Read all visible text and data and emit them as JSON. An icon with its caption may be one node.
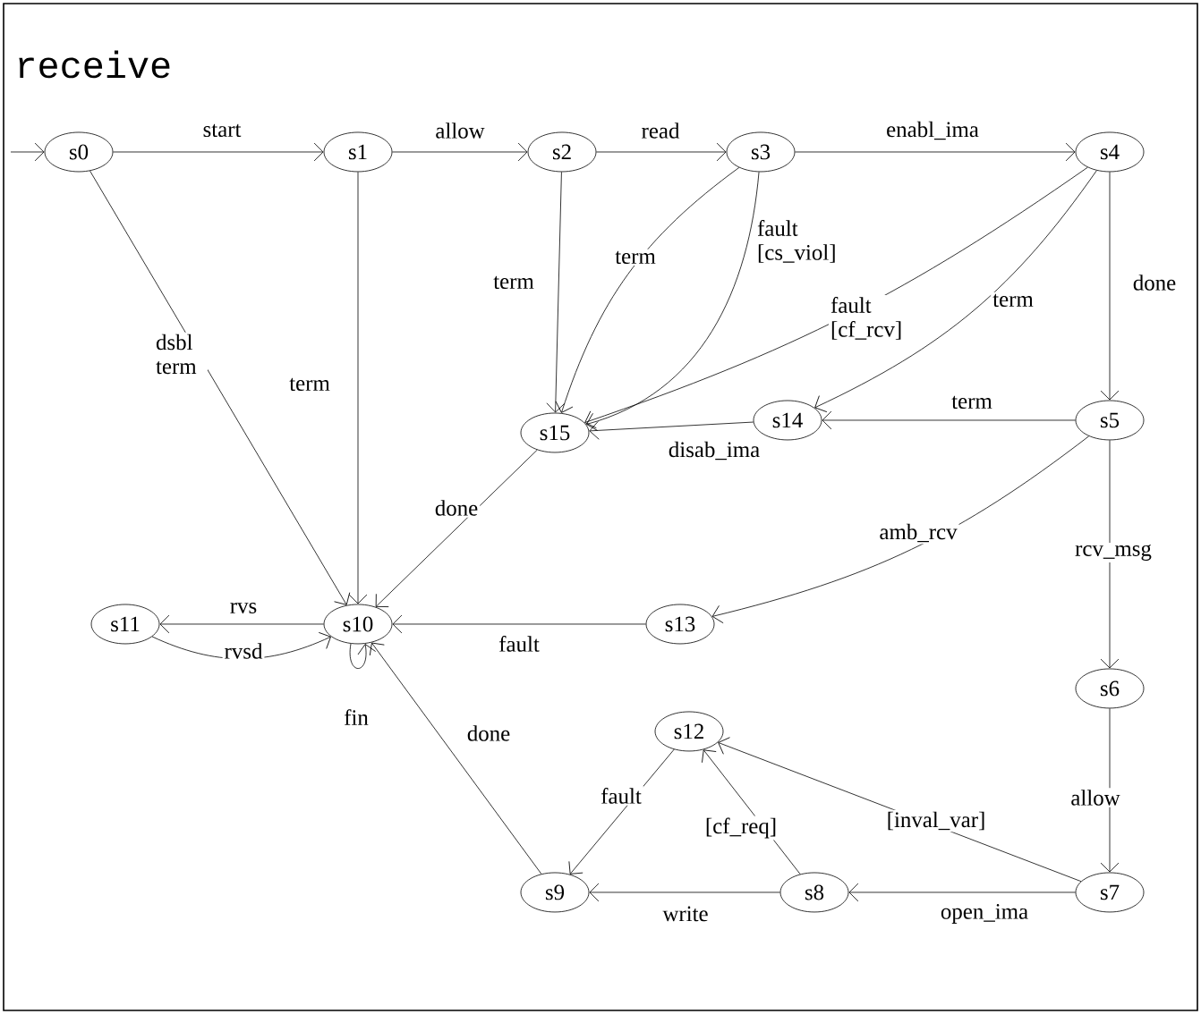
{
  "diagram": {
    "title": "receive",
    "nodes": [
      {
        "text": [
          "s0"
        ]
      },
      {
        "text": [
          "s1"
        ]
      },
      {
        "text": [
          "s2"
        ]
      },
      {
        "text": [
          "s3"
        ]
      },
      {
        "text": [
          "s4"
        ]
      },
      {
        "text": [
          "s15"
        ]
      },
      {
        "text": [
          "s14"
        ]
      },
      {
        "text": [
          "s5"
        ]
      },
      {
        "text": [
          "s11"
        ]
      },
      {
        "text": [
          "s10"
        ]
      },
      {
        "text": [
          "s13"
        ]
      },
      {
        "text": [
          "s6"
        ]
      },
      {
        "text": [
          "s12"
        ]
      },
      {
        "text": [
          "s9"
        ]
      },
      {
        "text": [
          "s8"
        ]
      },
      {
        "text": [
          "s7"
        ]
      }
    ],
    "edges": [
      {
        "from": null,
        "to": 0,
        "arrow": "to"
      },
      {
        "from": 0,
        "to": 1,
        "arrow": "to",
        "label": "start"
      },
      {
        "from": 1,
        "to": 2,
        "arrow": "to",
        "label": "allow"
      },
      {
        "from": 2,
        "to": 3,
        "arrow": "to",
        "label": "read"
      },
      {
        "from": 3,
        "to": 4,
        "arrow": "to",
        "label": "enabl_ima"
      },
      {
        "from": 0,
        "to": 9,
        "arrow": "to",
        "label": "dsbl term"
      },
      {
        "from": 1,
        "to": 9,
        "arrow": "to",
        "label": "term"
      },
      {
        "from": 2,
        "to": 5,
        "arrow": "to",
        "label": "term"
      },
      {
        "from": 3,
        "to": 5,
        "arrow": "to",
        "label": "term"
      },
      {
        "from": 3,
        "to": 5,
        "arrow": "to",
        "label": "fault [cs_viol]"
      },
      {
        "from": 4,
        "to": 5,
        "arrow": "to",
        "label": "fault [cf_rcv]"
      },
      {
        "from": 4,
        "to": 6,
        "arrow": "to",
        "label": "term"
      },
      {
        "from": 4,
        "to": 7,
        "arrow": "to",
        "label": "done"
      },
      {
        "from": 7,
        "to": 6,
        "arrow": "to",
        "label": "term"
      },
      {
        "from": 6,
        "to": 5,
        "arrow": "to",
        "label": "disab_ima"
      },
      {
        "from": 5,
        "to": 9,
        "arrow": "to",
        "label": "done"
      },
      {
        "from": 7,
        "to": 10,
        "arrow": "to",
        "label": "amb_rcv"
      },
      {
        "from": 7,
        "to": 11,
        "arrow": "to",
        "label": "rcv_msg"
      },
      {
        "from": 10,
        "to": 9,
        "arrow": "to",
        "label": "fault"
      },
      {
        "from": 9,
        "to": 8,
        "arrow": "to",
        "label": "rvs"
      },
      {
        "from": 8,
        "to": 9,
        "arrow": "to",
        "label": "rvsd"
      },
      {
        "from": 9,
        "to": 9,
        "arrow": "to",
        "label": "fin"
      },
      {
        "from": 13,
        "to": 9,
        "arrow": "to",
        "label": "done"
      },
      {
        "from": 11,
        "to": 15,
        "arrow": "to",
        "label": "allow"
      },
      {
        "from": 15,
        "to": 14,
        "arrow": "to",
        "label": "open_ima"
      },
      {
        "from": 14,
        "to": 13,
        "arrow": "to",
        "label": "write"
      },
      {
        "from": 15,
        "to": 12,
        "arrow": "to",
        "label": "[inval_var]"
      },
      {
        "from": 14,
        "to": 12,
        "arrow": "to",
        "label": "[cf_req]"
      },
      {
        "from": 12,
        "to": 13,
        "arrow": "to",
        "label": "fault"
      }
    ]
  }
}
